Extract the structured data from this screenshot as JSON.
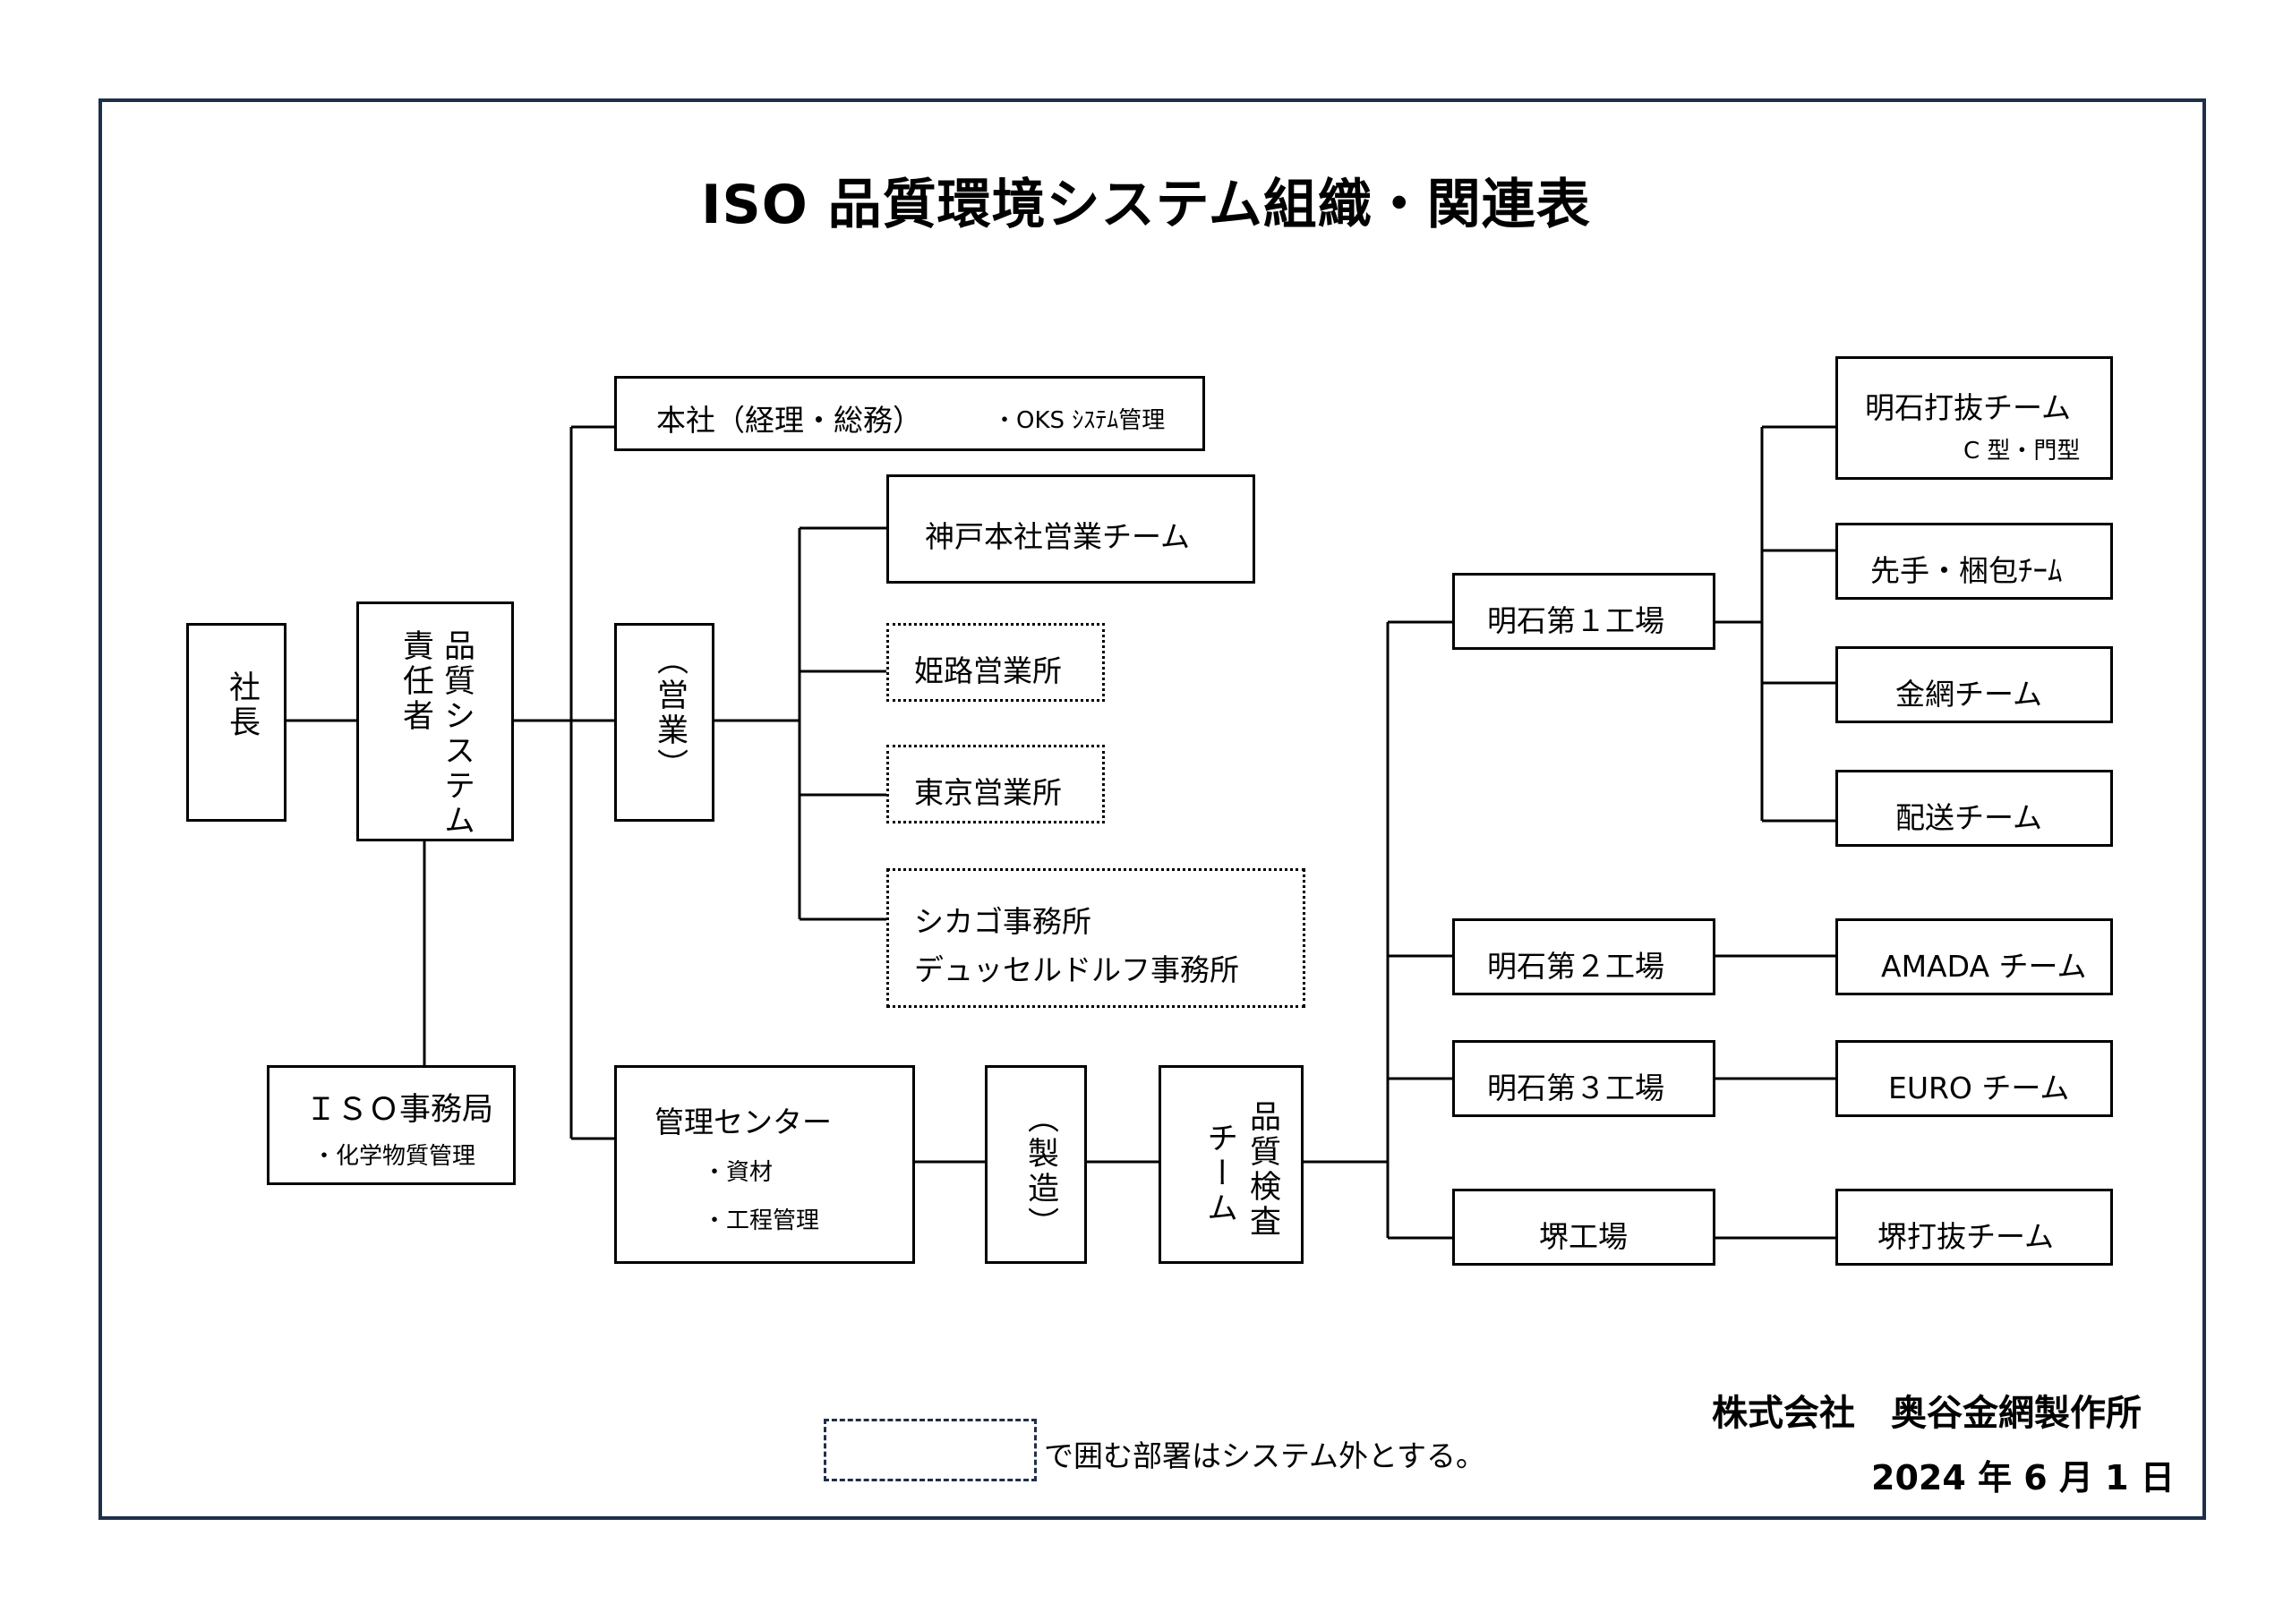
{
  "title": "ISO 品質環境システム組織・関連表",
  "president": "社長",
  "qms_manager": {
    "line1": "品質システム",
    "line2": "責任者"
  },
  "iso_office": {
    "name": "ＩＳＯ事務局",
    "sub": "・化学物質管理"
  },
  "honsha": {
    "name": "本社（経理・総務）",
    "sub": "・OKS ｼｽﾃﾑ管理"
  },
  "sales": "（営業）",
  "sales_units": {
    "kobe": "神戸本社営業チーム",
    "himeji": "姫路営業所",
    "tokyo": "東京営業所",
    "overseas_line1": "シカゴ事務所",
    "overseas_line2": "デュッセルドルフ事務所"
  },
  "control_center": {
    "name": "管理センター",
    "item1": "・資材",
    "item2": "・工程管理"
  },
  "manufacturing": "（製造）",
  "inspection": {
    "line1": "品質検査",
    "line2": "チーム"
  },
  "factories": {
    "f1": "明石第１工場",
    "f2": "明石第２工場",
    "f3": "明石第３工場",
    "sakai": "堺工場"
  },
  "teams": {
    "punch": "明石打抜チーム",
    "punch_sub": "C 型・門型",
    "packing": "先手・梱包ﾁｰﾑ",
    "wire": "金網チーム",
    "delivery": "配送チーム",
    "amada": "AMADA チーム",
    "euro": "EURO チーム",
    "sakai_punch": "堺打抜チーム"
  },
  "legend": "で囲む部署はシステム外とする。",
  "company": "株式会社　奥谷金網製作所",
  "date": "2024 年 6 月 1 日",
  "colors": {
    "frame": "#1f2f4a",
    "line": "#000000"
  }
}
